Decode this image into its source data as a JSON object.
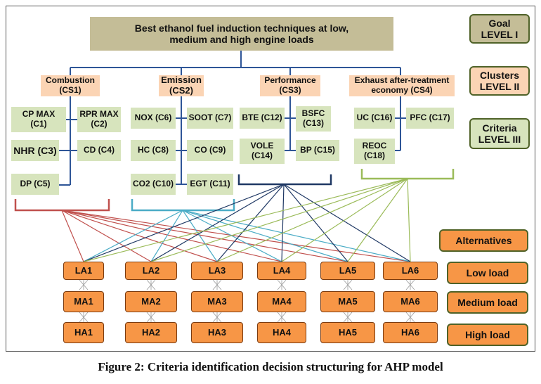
{
  "goal": {
    "title": "Best ethanol fuel induction techniques at low, medium and high engine loads"
  },
  "levels": {
    "goal": "Goal LEVEL I",
    "clusters": "Clusters LEVEL II",
    "criteria": "Criteria LEVEL III",
    "alternatives": "Alternatives",
    "low": "Low load",
    "medium": "Medium load",
    "high": "High load"
  },
  "clusters": [
    {
      "label": "Combustion (CS1)"
    },
    {
      "label": "Emission (CS2)"
    },
    {
      "label": "Performance (CS3)"
    },
    {
      "label": "Exhaust after-treatment economy (CS4)"
    }
  ],
  "criteria": {
    "cs1": [
      "CP MAX (C1)",
      "RPR MAX (C2)",
      "NHR (C3)",
      "CD (C4)",
      "DP (C5)"
    ],
    "cs2": [
      "NOX (C6)",
      "SOOT (C7)",
      "HC (C8)",
      "CO (C9)",
      "CO2 (C10)",
      "EGT (C11)"
    ],
    "cs3": [
      "BTE (C12)",
      "BSFC (C13)",
      "VOLE (C14)",
      "BP (C15)"
    ],
    "cs4": [
      "UC (C16)",
      "PFC (C17)",
      "REOC (C18)"
    ]
  },
  "alternatives": {
    "low": [
      "LA1",
      "LA2",
      "LA3",
      "LA4",
      "LA5",
      "LA6"
    ],
    "medium": [
      "MA1",
      "MA2",
      "MA3",
      "MA4",
      "MA5",
      "MA6"
    ],
    "high": [
      "HA1",
      "HA2",
      "HA3",
      "HA4",
      "HA5",
      "HA6"
    ]
  },
  "colors": {
    "tree": "#2e5597",
    "cs1_link": "#c0504d",
    "cs2_link": "#4bacc6",
    "cs3_link": "#1f3864",
    "cs4_link": "#9bbb59"
  },
  "caption": "Figure 2: Criteria identification decision structuring for AHP model"
}
